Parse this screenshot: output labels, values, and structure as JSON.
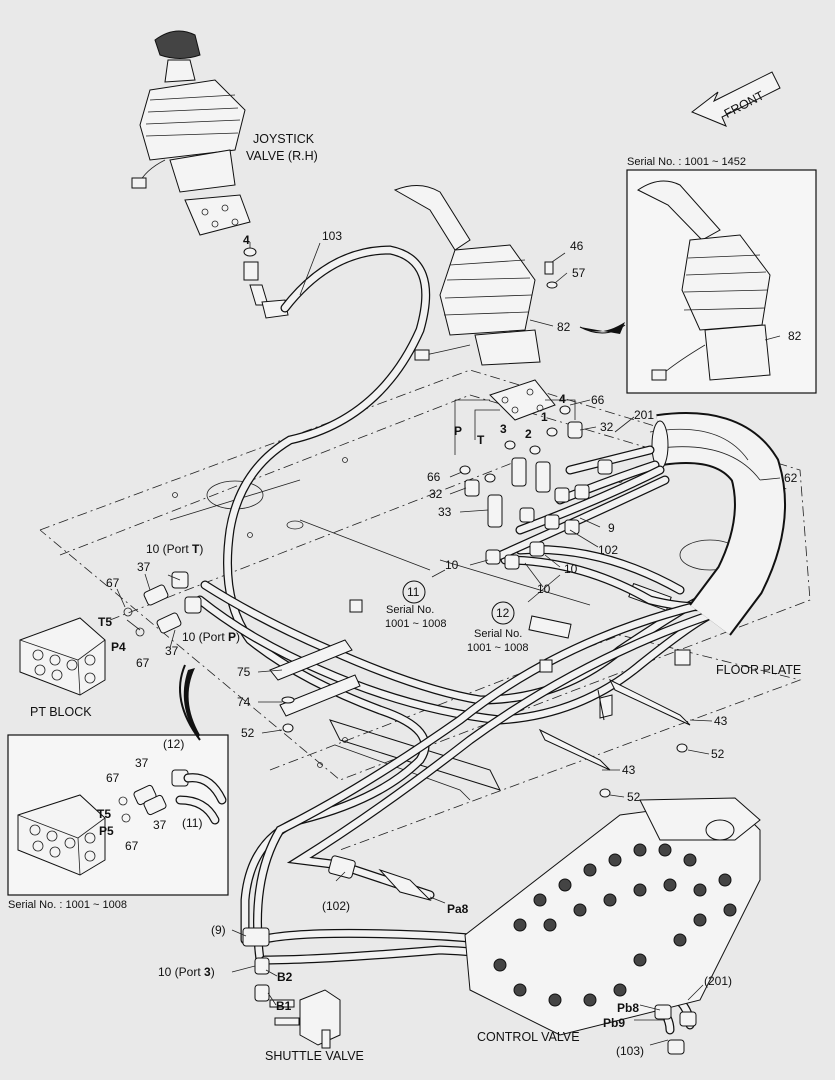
{
  "diagram": {
    "labels": {
      "joystick_rh": [
        "JOYSTICK",
        "VALVE (R.H)"
      ],
      "front": "FRONT",
      "serial_inset_top": "Serial No. : 1001 ~ 1452",
      "pt_block": "PT BLOCK",
      "floor_plate": "FLOOR PLATE",
      "serial_inset_left": "Serial No. : 1001 ~ 1008",
      "shuttle_valve": "SHUTTLE VALVE",
      "control_valve": "CONTROL VALVE",
      "callout_11_serial": [
        "Serial No.",
        "1001 ~ 1008"
      ],
      "callout_12_serial": [
        "Serial No.",
        "1001 ~ 1008"
      ]
    },
    "callouts": {
      "c11": "11",
      "c12": "12"
    },
    "part_numbers": {
      "p103": "103",
      "p4a": "4",
      "p46": "46",
      "p57": "57",
      "p82a": "82",
      "p82b": "82",
      "p66a": "66",
      "p4b": "4",
      "p201": "201",
      "p3": "3",
      "p1": "1",
      "p2": "2",
      "p32a": "32",
      "pP": "P",
      "pT": "T",
      "p66b": "66",
      "p62": "62",
      "p32b": "32",
      "p33": "33",
      "p9": "9",
      "p102": "102",
      "p10a": "10",
      "p10b": "10",
      "p10c": "10",
      "p10portT": "10 (Port ",
      "portT": "T",
      "p10portTend": ")",
      "p37a": "37",
      "p67a": "67",
      "T5a": "T5",
      "P4": "P4",
      "p67b": "67",
      "p10portP": "10 (Port ",
      "portP": "P",
      "p10portPend": ")",
      "p37b": "37",
      "p75": "75",
      "p74": "74",
      "p52a": "52",
      "p43a": "43",
      "p52b": "52",
      "p43b": "43",
      "p52c": "52",
      "i12": "(12)",
      "i37": "37",
      "i67a": "67",
      "iT5": "T5",
      "iP5": "P5",
      "i67b": "67",
      "i37b": "37",
      "i11": "(11)",
      "p102b": "(102)",
      "Pa8": "Pa8",
      "p9b": "(9)",
      "p10port3": "10 (Port ",
      "port3": "3",
      "p10port3end": ")",
      "B2": "B2",
      "B1": "B1",
      "p201b": "(201)",
      "Pb8": "Pb8",
      "Pb9": "Pb9",
      "p103b": "(103)"
    }
  }
}
